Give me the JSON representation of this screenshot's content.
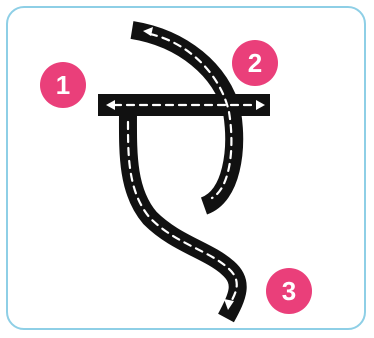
{
  "steps": [
    {
      "number": "1"
    },
    {
      "number": "2"
    },
    {
      "number": "3"
    }
  ],
  "colors": {
    "road": "#111111",
    "lane_marking": "#ffffff",
    "badge": "#ea3f7a",
    "card_border": "#8ecfe6"
  }
}
